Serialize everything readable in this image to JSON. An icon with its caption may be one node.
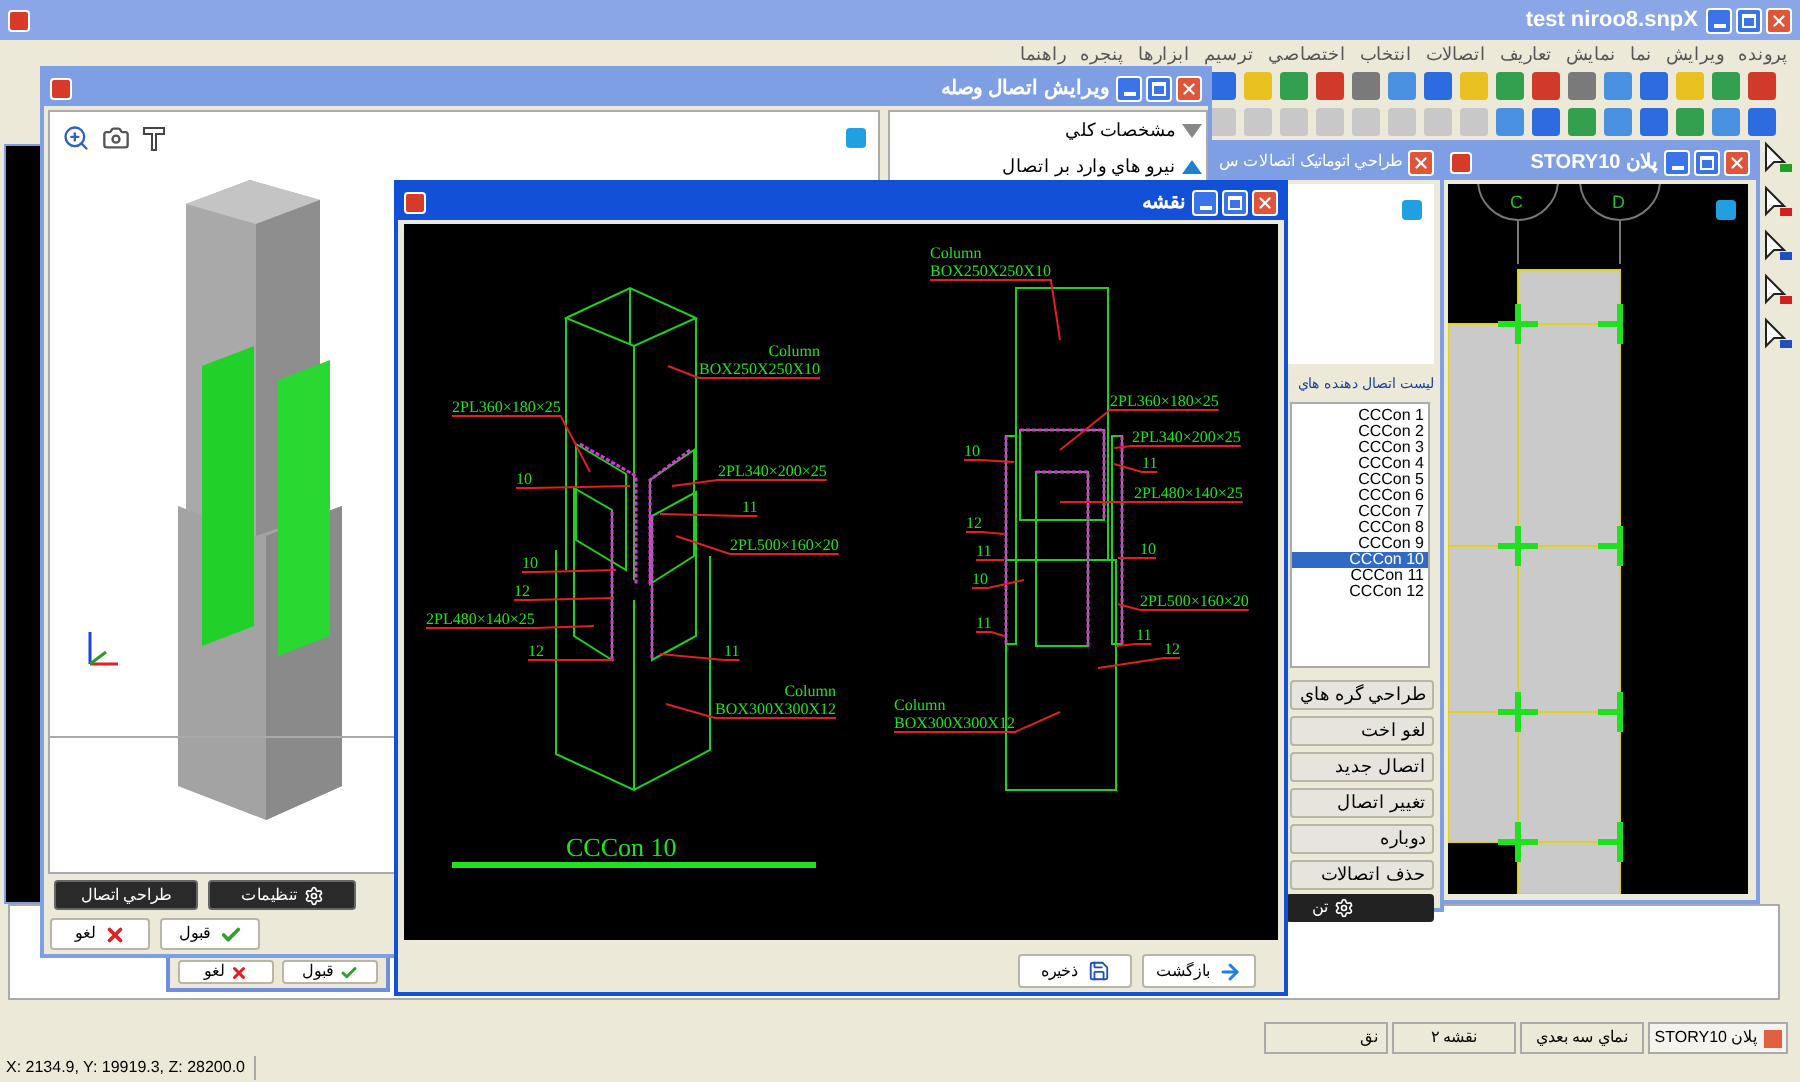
{
  "diagram": {
    "nodes": [
      {
        "text": [
          "Column",
          "BOX250X250X10"
        ]
      },
      {
        "text": [
          "2PL360×180×25"
        ]
      },
      {
        "text": [
          "10"
        ]
      },
      {
        "text": [
          "2PL340×200×25"
        ]
      },
      {
        "text": [
          "11"
        ]
      },
      {
        "text": [
          "2PL500×160×20"
        ]
      },
      {
        "text": [
          "10"
        ]
      },
      {
        "text": [
          "12"
        ]
      },
      {
        "text": [
          "2PL480×140×25"
        ]
      },
      {
        "text": [
          "12"
        ]
      },
      {
        "text": [
          "11"
        ]
      },
      {
        "text": [
          "Column",
          "BOX300X300X12"
        ]
      },
      {
        "text": [
          "Column",
          "BOX250X250X10"
        ]
      },
      {
        "text": [
          "2PL360×180×25"
        ]
      },
      {
        "text": [
          "10"
        ]
      },
      {
        "text": [
          "2PL340×200×25"
        ]
      },
      {
        "text": [
          "11"
        ]
      },
      {
        "text": [
          "2PL480×140×25"
        ]
      },
      {
        "text": [
          "12"
        ]
      },
      {
        "text": [
          "11"
        ]
      },
      {
        "text": [
          "10"
        ]
      },
      {
        "text": [
          "10"
        ]
      },
      {
        "text": [
          "2PL500×160×20"
        ]
      },
      {
        "text": [
          "11"
        ]
      },
      {
        "text": [
          "11"
        ]
      },
      {
        "text": [
          "12"
        ]
      },
      {
        "text": [
          "Column",
          "BOX300X300X12"
        ]
      }
    ],
    "edges": [
      {
        "from": 0,
        "to": null,
        "arrow": "none"
      },
      {
        "from": 1,
        "to": null,
        "arrow": "none"
      },
      {
        "from": 2,
        "to": null,
        "arrow": "none"
      },
      {
        "from": 3,
        "to": null,
        "arrow": "none"
      },
      {
        "from": 4,
        "to": null,
        "arrow": "none"
      },
      {
        "from": 5,
        "to": null,
        "arrow": "none"
      },
      {
        "from": 6,
        "to": null,
        "arrow": "none"
      },
      {
        "from": 7,
        "to": null,
        "arrow": "none"
      },
      {
        "from": 8,
        "to": null,
        "arrow": "none"
      },
      {
        "from": 9,
        "to": null,
        "arrow": "none"
      },
      {
        "from": 10,
        "to": null,
        "arrow": "none"
      },
      {
        "from": 11,
        "to": null,
        "arrow": "none"
      },
      {
        "from": 12,
        "to": null,
        "arrow": "none"
      },
      {
        "from": 13,
        "to": null,
        "arrow": "none"
      },
      {
        "from": 14,
        "to": null,
        "arrow": "none"
      },
      {
        "from": 15,
        "to": null,
        "arrow": "none"
      },
      {
        "from": 16,
        "to": null,
        "arrow": "none"
      },
      {
        "from": 17,
        "to": null,
        "arrow": "none"
      },
      {
        "from": 18,
        "to": null,
        "arrow": "none"
      },
      {
        "from": 19,
        "to": null,
        "arrow": "none"
      },
      {
        "from": 20,
        "to": null,
        "arrow": "none"
      },
      {
        "from": 21,
        "to": null,
        "arrow": "none"
      },
      {
        "from": 22,
        "to": null,
        "arrow": "none"
      },
      {
        "from": 23,
        "to": null,
        "arrow": "none"
      },
      {
        "from": 24,
        "to": null,
        "arrow": "none"
      },
      {
        "from": 25,
        "to": null,
        "arrow": "none"
      },
      {
        "from": 26,
        "to": null,
        "arrow": "none"
      }
    ],
    "labels": [
      "test niroo8.snpX",
      "پرونده",
      "ويرايش",
      "نما",
      "نمايش",
      "تعاريف",
      "اتصالات",
      "انتخاب",
      "اختصاصي",
      "ترسيم",
      "ابزارها",
      "پنجره",
      "راهنما",
      "ويرايش اتصال وصله",
      "مشخصات کلي",
      "نيرو هاي وارد بر اتصال",
      "طراحي اتوماتيک اتصالات س",
      "پلان STORY10",
      "نقشه",
      "C",
      "D",
      "ليست اتصال دهنده هاي",
      "CCCon 1",
      "CCCon 2",
      "CCCon 3",
      "CCCon 4",
      "CCCon 5",
      "CCCon 6",
      "CCCon 7",
      "CCCon 8",
      "CCCon 9",
      "CCCon 10",
      "CCCon 11",
      "CCCon 12",
      "طراحي گره هاي",
      "لغو اخت",
      "اتصال جديد",
      "تغيير اتصال",
      "دوباره",
      "حذف اتصالات",
      "طراحي اتصال",
      "تنظيمات",
      "لغو",
      "قبول",
      "قبول",
      "لغو",
      "ذخيره",
      "بازگشت",
      "CCCon 10",
      "X: 2134.9, Y: 19919.3, Z: 28200.0",
      "پلان STORY10",
      "نماي سه بعدي",
      "نقشه ۲",
      "نق",
      "تن"
    ]
  }
}
